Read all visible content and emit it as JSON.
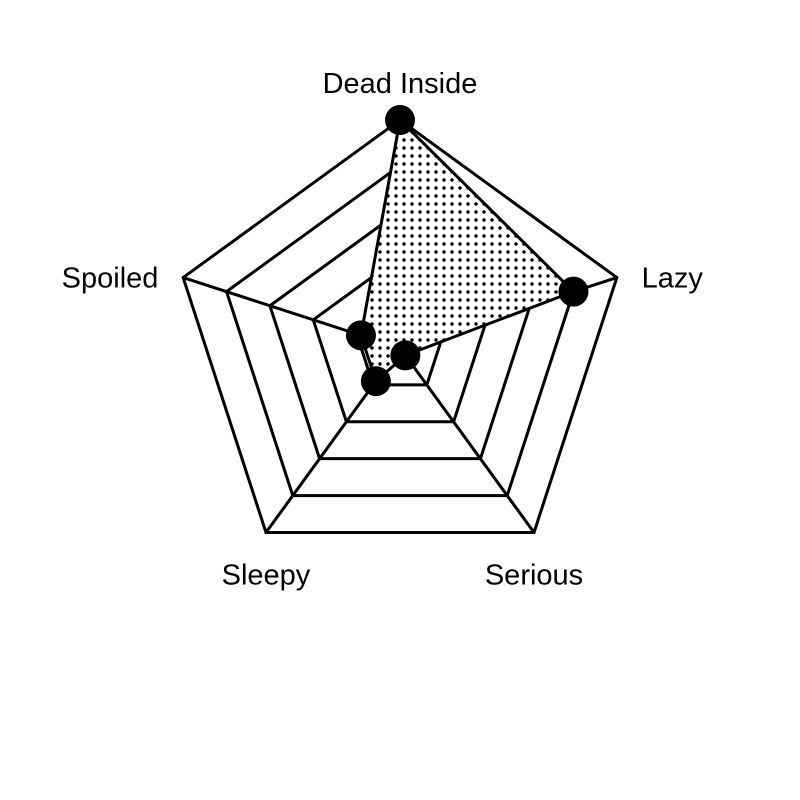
{
  "chart_data": {
    "type": "radar",
    "title": "",
    "axes": [
      "Dead Inside",
      "Lazy",
      "Serious",
      "Sleepy",
      "Spoiled"
    ],
    "range": [
      0,
      5
    ],
    "grid_levels": 5,
    "series": [
      {
        "values": [
          5,
          4,
          0.2,
          0.9,
          0.9
        ],
        "fill": "dotted",
        "color": "#000000"
      }
    ],
    "grid": true,
    "legend": false
  }
}
